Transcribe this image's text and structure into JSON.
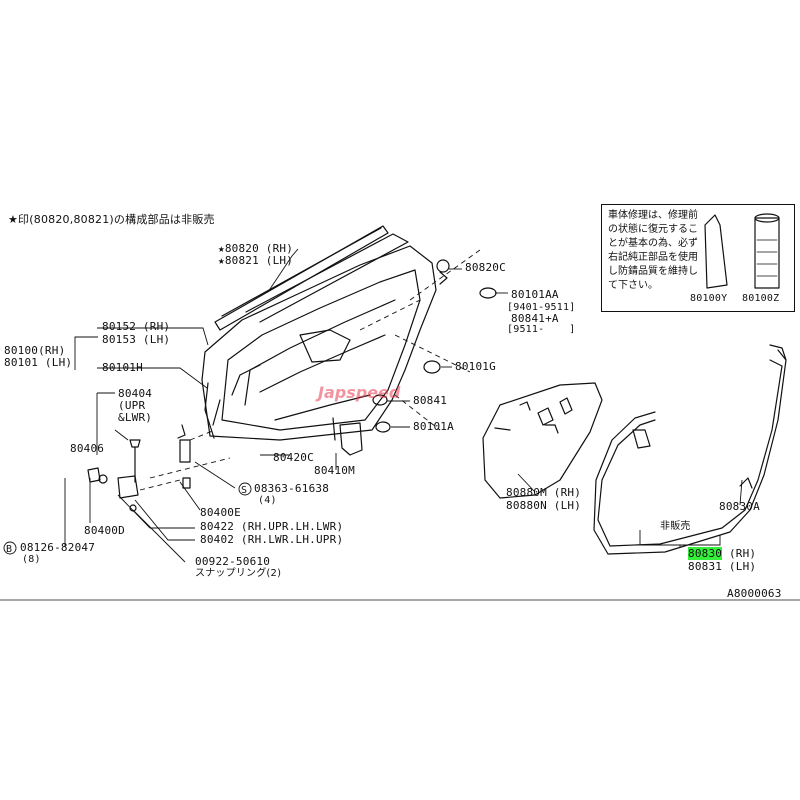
{
  "header_note": "★印(80820,80821)の構成部品は非販売",
  "watermark": "Japspeed",
  "diagram_id": "A8000063",
  "notice_box": {
    "text": "車体修理は、修理前の状態に復元することが基本の為、必ず右記純正部品を使用し防錆品質を維持して下さい。",
    "parts": [
      "80100Y",
      "80100Z"
    ]
  },
  "labels": {
    "p80820": "★80820 (RH)",
    "p80821": "★80821 (LH)",
    "p80820c": "80820C",
    "p80101aa": "80101AA",
    "range1": "[9401-9511]",
    "p80841a": "80841+A",
    "range2": "[9511-    ]",
    "p80152": "80152 (RH)",
    "p80153": "80153 (LH)",
    "p80100": "80100(RH)",
    "p80101": "80101 (LH)",
    "p80101h": "80101H",
    "p80404": "80404",
    "upr": "(UPR",
    "lwr": "&LWR)",
    "p80101g": "80101G",
    "p80841": "80841",
    "p80101a": "80101A",
    "p80406": "80406",
    "p80420c": "80420C",
    "p80410m": "80410M",
    "p08363": "08363-61638",
    "q4": "(4)",
    "p80400e": "80400E",
    "p80400d": "80400D",
    "p80422": "80422 (RH.UPR.LH.LWR)",
    "p80402": "80402 (RH.LWR.LH.UPR)",
    "p08126": "08126-82047",
    "q8": "(8)",
    "p00922": "00922-50610",
    "snap": "スナップリング(2)",
    "p80880m": "80880M (RH)",
    "p80880n": "80880N (LH)",
    "p80830a": "80830A",
    "hihanbai": "非販売",
    "p80830": "80830",
    "p80830suffix": " (RH)",
    "p80831": "80831 (LH)"
  },
  "highlight_color": "#35f03a"
}
